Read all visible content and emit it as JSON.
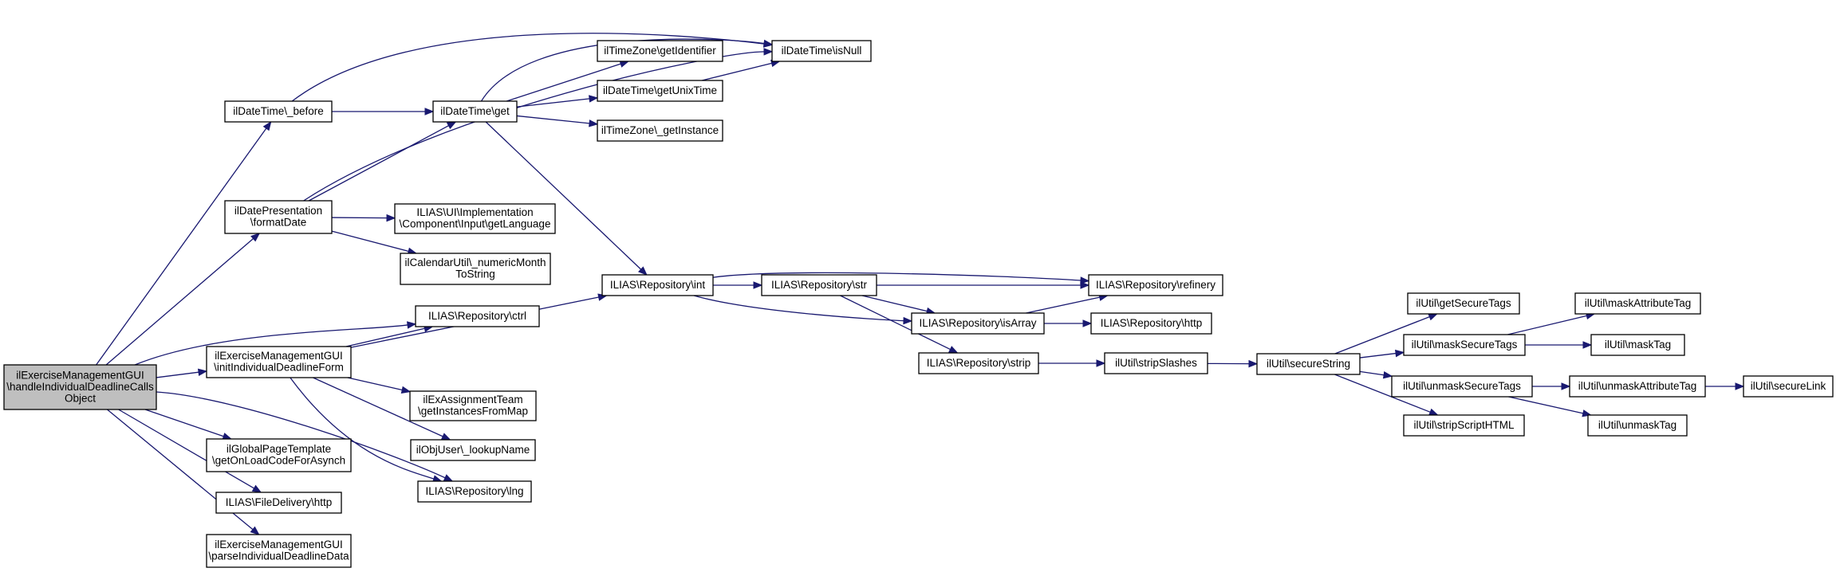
{
  "diagram": {
    "type": "call-graph",
    "colors": {
      "edge": "#191970",
      "node_fill": "#ffffff",
      "root_fill": "#bfbfbf",
      "border": "#000000"
    },
    "nodes": [
      {
        "id": "root",
        "lines": [
          "ilExerciseManagementGUI",
          "\\handleIndividualDeadlineCalls",
          "Object"
        ],
        "root": true
      },
      {
        "id": "dt_before",
        "lines": [
          "ilDateTime\\_before"
        ]
      },
      {
        "id": "dt_get",
        "lines": [
          "ilDateTime\\get"
        ]
      },
      {
        "id": "tz_getid",
        "lines": [
          "ilTimeZone\\getIdentifier"
        ]
      },
      {
        "id": "dt_isnull",
        "lines": [
          "ilDateTime\\isNull"
        ]
      },
      {
        "id": "dt_unix",
        "lines": [
          "ilDateTime\\getUnixTime"
        ]
      },
      {
        "id": "tz_inst",
        "lines": [
          "ilTimeZone\\_getInstance"
        ]
      },
      {
        "id": "dp_format",
        "lines": [
          "ilDatePresentation",
          "\\formatDate"
        ]
      },
      {
        "id": "ui_lang",
        "lines": [
          "ILIAS\\UI\\Implementation",
          "\\Component\\Input\\getLanguage"
        ]
      },
      {
        "id": "cal_month",
        "lines": [
          "ilCalendarUtil\\_numericMonth",
          "ToString"
        ]
      },
      {
        "id": "repo_int",
        "lines": [
          "ILIAS\\Repository\\int"
        ]
      },
      {
        "id": "repo_str",
        "lines": [
          "ILIAS\\Repository\\str"
        ]
      },
      {
        "id": "repo_refinery",
        "lines": [
          "ILIAS\\Repository\\refinery"
        ]
      },
      {
        "id": "repo_ctrl",
        "lines": [
          "ILIAS\\Repository\\ctrl"
        ]
      },
      {
        "id": "init_form",
        "lines": [
          "ilExerciseManagementGUI",
          "\\initIndividualDeadlineForm"
        ]
      },
      {
        "id": "repo_isarray",
        "lines": [
          "ILIAS\\Repository\\isArray"
        ]
      },
      {
        "id": "repo_http",
        "lines": [
          "ILIAS\\Repository\\http"
        ]
      },
      {
        "id": "repo_strip",
        "lines": [
          "ILIAS\\Repository\\strip"
        ]
      },
      {
        "id": "u_stripslashes",
        "lines": [
          "ilUtil\\stripSlashes"
        ]
      },
      {
        "id": "u_securestring",
        "lines": [
          "ilUtil\\secureString"
        ]
      },
      {
        "id": "u_getsecuretags",
        "lines": [
          "ilUtil\\getSecureTags"
        ]
      },
      {
        "id": "u_masksecuretags",
        "lines": [
          "ilUtil\\maskSecureTags"
        ]
      },
      {
        "id": "u_maskattr",
        "lines": [
          "ilUtil\\maskAttributeTag"
        ]
      },
      {
        "id": "u_masktag",
        "lines": [
          "ilUtil\\maskTag"
        ]
      },
      {
        "id": "u_unmasksecuretags",
        "lines": [
          "ilUtil\\unmaskSecureTags"
        ]
      },
      {
        "id": "u_unmaskattr",
        "lines": [
          "ilUtil\\unmaskAttributeTag"
        ]
      },
      {
        "id": "u_securelink",
        "lines": [
          "ilUtil\\secureLink"
        ]
      },
      {
        "id": "u_unmasktag",
        "lines": [
          "ilUtil\\unmaskTag"
        ]
      },
      {
        "id": "u_stripscript",
        "lines": [
          "ilUtil\\stripScriptHTML"
        ]
      },
      {
        "id": "team_map",
        "lines": [
          "ilExAssignmentTeam",
          "\\getInstancesFromMap"
        ]
      },
      {
        "id": "obj_lookup",
        "lines": [
          "ilObjUser\\_lookupName"
        ]
      },
      {
        "id": "page_tpl",
        "lines": [
          "ilGlobalPageTemplate",
          "\\getOnLoadCodeForAsynch"
        ]
      },
      {
        "id": "repo_lng",
        "lines": [
          "ILIAS\\Repository\\lng"
        ]
      },
      {
        "id": "fd_http",
        "lines": [
          "ILIAS\\FileDelivery\\http"
        ]
      },
      {
        "id": "parse_data",
        "lines": [
          "ilExerciseManagementGUI",
          "\\parseIndividualDeadlineData"
        ]
      }
    ],
    "edges": [
      [
        "root",
        "dt_before"
      ],
      [
        "root",
        "dp_format"
      ],
      [
        "root",
        "repo_ctrl"
      ],
      [
        "root",
        "init_form"
      ],
      [
        "root",
        "page_tpl"
      ],
      [
        "root",
        "fd_http"
      ],
      [
        "root",
        "parse_data"
      ],
      [
        "root",
        "repo_lng"
      ],
      [
        "dt_before",
        "dt_get"
      ],
      [
        "dt_before",
        "dt_isnull"
      ],
      [
        "dt_get",
        "tz_getid"
      ],
      [
        "dt_get",
        "dt_isnull"
      ],
      [
        "dt_get",
        "dt_unix"
      ],
      [
        "dt_get",
        "tz_inst"
      ],
      [
        "dt_get",
        "repo_int"
      ],
      [
        "dt_unix",
        "dt_isnull"
      ],
      [
        "dp_format",
        "dt_get"
      ],
      [
        "dp_format",
        "dt_isnull"
      ],
      [
        "dp_format",
        "ui_lang"
      ],
      [
        "dp_format",
        "cal_month"
      ],
      [
        "init_form",
        "repo_ctrl"
      ],
      [
        "init_form",
        "repo_int"
      ],
      [
        "init_form",
        "team_map"
      ],
      [
        "init_form",
        "obj_lookup"
      ],
      [
        "init_form",
        "repo_lng"
      ],
      [
        "repo_int",
        "repo_str"
      ],
      [
        "repo_int",
        "repo_refinery"
      ],
      [
        "repo_int",
        "repo_isarray"
      ],
      [
        "repo_str",
        "repo_refinery"
      ],
      [
        "repo_str",
        "repo_isarray"
      ],
      [
        "repo_str",
        "repo_strip"
      ],
      [
        "repo_isarray",
        "repo_refinery"
      ],
      [
        "repo_isarray",
        "repo_http"
      ],
      [
        "repo_strip",
        "u_stripslashes"
      ],
      [
        "u_stripslashes",
        "u_securestring"
      ],
      [
        "u_securestring",
        "u_getsecuretags"
      ],
      [
        "u_securestring",
        "u_masksecuretags"
      ],
      [
        "u_securestring",
        "u_unmasksecuretags"
      ],
      [
        "u_securestring",
        "u_stripscript"
      ],
      [
        "u_masksecuretags",
        "u_maskattr"
      ],
      [
        "u_masksecuretags",
        "u_masktag"
      ],
      [
        "u_unmasksecuretags",
        "u_unmaskattr"
      ],
      [
        "u_unmasksecuretags",
        "u_unmasktag"
      ],
      [
        "u_unmaskattr",
        "u_securelink"
      ]
    ]
  }
}
